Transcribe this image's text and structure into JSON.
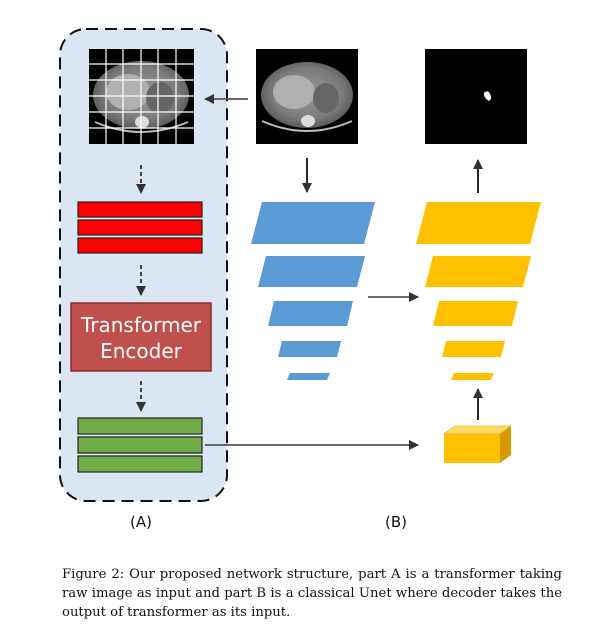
{
  "encoder_box": {
    "line1": "Transformer",
    "line2": "Encoder"
  },
  "labels": {
    "part_a": "(A)",
    "part_b": "(B)"
  },
  "caption": "Figure 2: Our proposed network structure, part A is a transformer taking raw image as input and part B is a classical Unet where decoder takes the output of transformer as its input.",
  "colors": {
    "panel_bg": "#dbe6f4",
    "token_red": "#ff0000",
    "encoder_red": "#c0504d",
    "token_green": "#70ad47",
    "encoder_blue": "#5b9bd5",
    "decoder_yellow": "#ffc000",
    "mask_black": "#000000"
  }
}
